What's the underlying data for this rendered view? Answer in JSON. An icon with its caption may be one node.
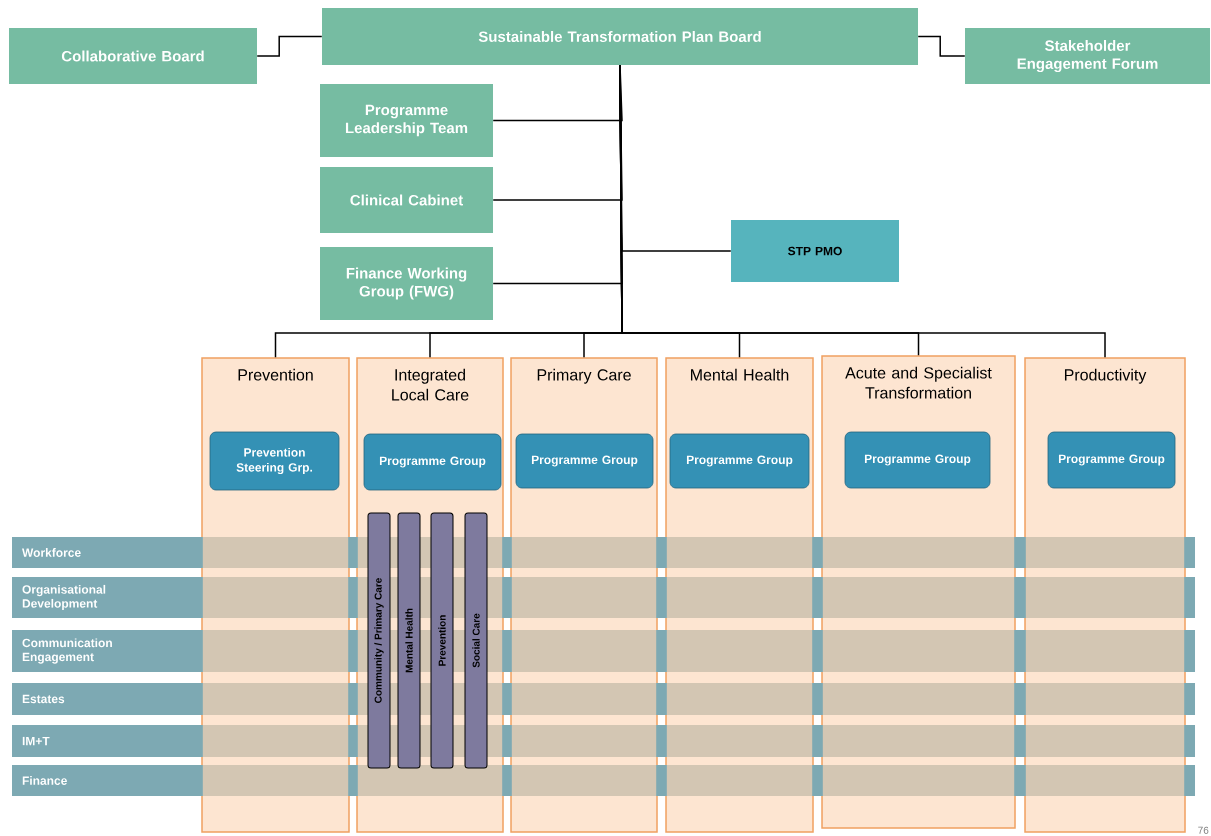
{
  "diagram": {
    "nodes": [
      {
        "text": [
          "Sustainable Transformation Plan Board"
        ]
      },
      {
        "text": [
          "Collaborative Board"
        ]
      },
      {
        "text": [
          "Stakeholder Engagement Forum"
        ]
      },
      {
        "text": [
          "Programme Leadership Team"
        ]
      },
      {
        "text": [
          "Clinical Cabinet"
        ]
      },
      {
        "text": [
          "Finance Working Group (FWG)"
        ]
      },
      {
        "text": [
          "STP PMO"
        ]
      },
      {
        "text": [
          "Prevention"
        ]
      },
      {
        "text": [
          "Prevention Steering Grp."
        ],
        "in": 7
      },
      {
        "text": [
          "Integrated Local Care"
        ]
      },
      {
        "text": [
          "Programme Group"
        ],
        "in": 9
      },
      {
        "text": [
          "Community / Primary Care"
        ],
        "in": 9
      },
      {
        "text": [
          "Mental Health"
        ],
        "in": 9
      },
      {
        "text": [
          "Prevention"
        ],
        "in": 9
      },
      {
        "text": [
          "Social Care"
        ],
        "in": 9
      },
      {
        "text": [
          "Primary Care"
        ]
      },
      {
        "text": [
          "Programme Group"
        ],
        "in": 15
      },
      {
        "text": [
          "Mental Health"
        ]
      },
      {
        "text": [
          "Programme Group"
        ],
        "in": 17
      },
      {
        "text": [
          "Acute and Specialist Transformation"
        ]
      },
      {
        "text": [
          "Programme Group"
        ],
        "in": 19
      },
      {
        "text": [
          "Productivity"
        ]
      },
      {
        "text": [
          "Programme Group"
        ],
        "in": 21
      },
      {
        "text": [
          "Workforce"
        ]
      },
      {
        "text": [
          "Organisational Development"
        ]
      },
      {
        "text": [
          "Communication Engagement"
        ]
      },
      {
        "text": [
          "Estates"
        ]
      },
      {
        "text": [
          "IM+T"
        ]
      },
      {
        "text": [
          "Finance"
        ]
      }
    ],
    "edges": [
      {
        "from": 1,
        "to": 0,
        "arrow": "none"
      },
      {
        "from": 0,
        "to": 2,
        "arrow": "none"
      },
      {
        "from": 0,
        "to": 3,
        "arrow": "none"
      },
      {
        "from": 0,
        "to": 4,
        "arrow": "none"
      },
      {
        "from": 0,
        "to": 5,
        "arrow": "none"
      },
      {
        "from": 0,
        "to": 6,
        "arrow": "none"
      },
      {
        "from": 0,
        "to": 7,
        "arrow": "none"
      },
      {
        "from": 0,
        "to": 9,
        "arrow": "none"
      },
      {
        "from": 0,
        "to": 15,
        "arrow": "none"
      },
      {
        "from": 0,
        "to": 17,
        "arrow": "none"
      },
      {
        "from": 0,
        "to": 19,
        "arrow": "none"
      },
      {
        "from": 0,
        "to": 21,
        "arrow": "none"
      }
    ],
    "labels": [
      "76"
    ]
  }
}
